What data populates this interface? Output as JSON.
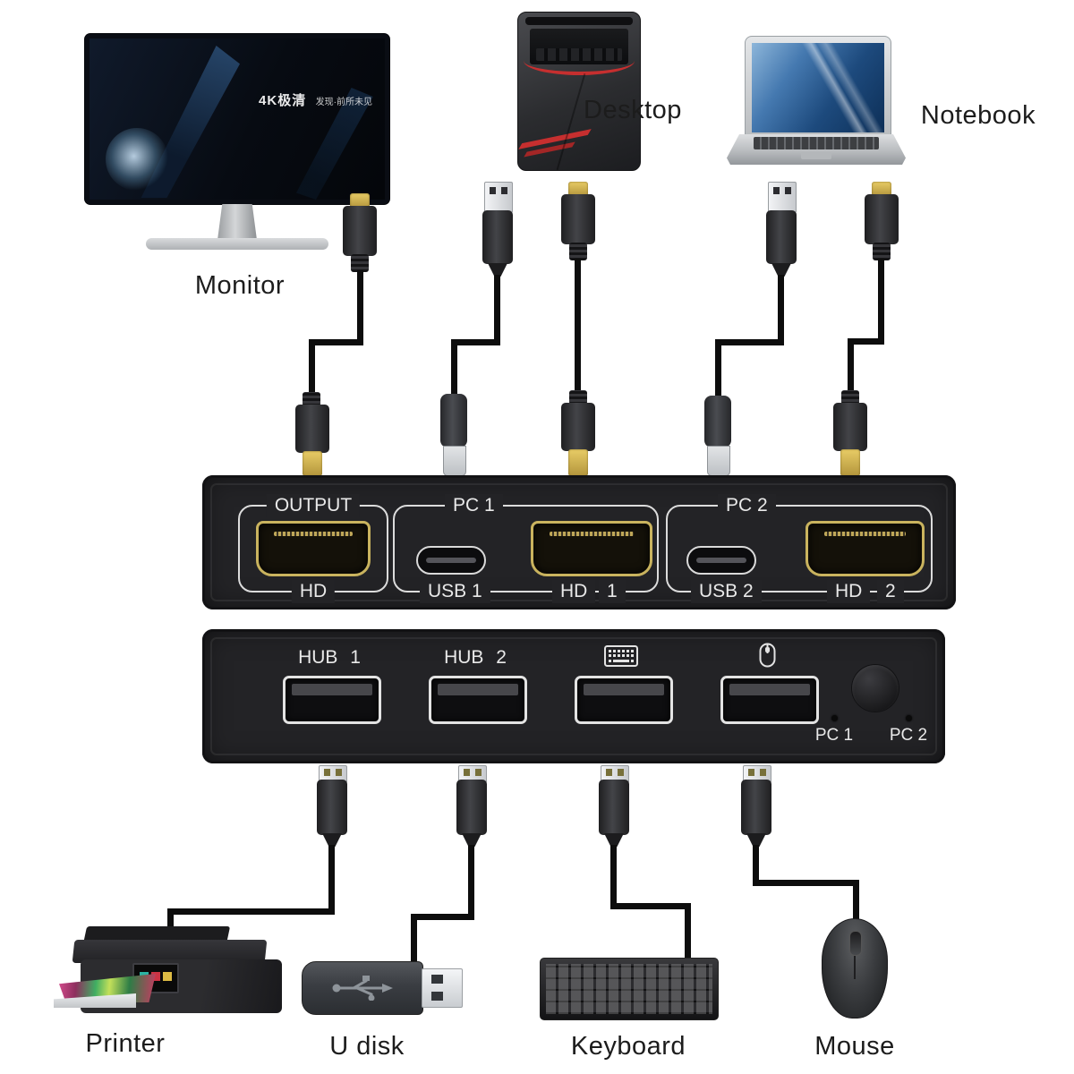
{
  "devices": {
    "monitor": {
      "label": "Monitor",
      "screen_headline": "4K极清",
      "screen_tagline": "发现·前所未见"
    },
    "desktop": {
      "label": "Desktop"
    },
    "notebook": {
      "label": "Notebook"
    },
    "printer": {
      "label": "Printer"
    },
    "u_disk": {
      "label": "U disk"
    },
    "keyboard": {
      "label": "Keyboard"
    },
    "mouse": {
      "label": "Mouse"
    }
  },
  "kvm_switch": {
    "front_panel": {
      "output_group": {
        "title": "OUTPUT",
        "port_label": "HD"
      },
      "pc1_group": {
        "title": "PC 1",
        "usb_label": "USB 1",
        "hdmi_label": "HD",
        "hdmi_num": "1"
      },
      "pc2_group": {
        "title": "PC 2",
        "usb_label": "USB 2",
        "hdmi_label": "HD",
        "hdmi_num": "2"
      }
    },
    "hub_panel": {
      "hub1_label": "HUB 1",
      "hub2_label": "HUB 2",
      "keyboard_port_icon": "keyboard-icon",
      "mouse_port_icon": "mouse-icon",
      "led1_label": "PC 1",
      "led2_label": "PC 2"
    }
  },
  "colors": {
    "background": "#ffffff",
    "panel_body": "#232326",
    "panel_outline": "#dcdcdc",
    "hdmi_gold": "#c9b35e",
    "cable_black": "#0d0d0d",
    "desktop_accent_red": "#c62f2f"
  }
}
